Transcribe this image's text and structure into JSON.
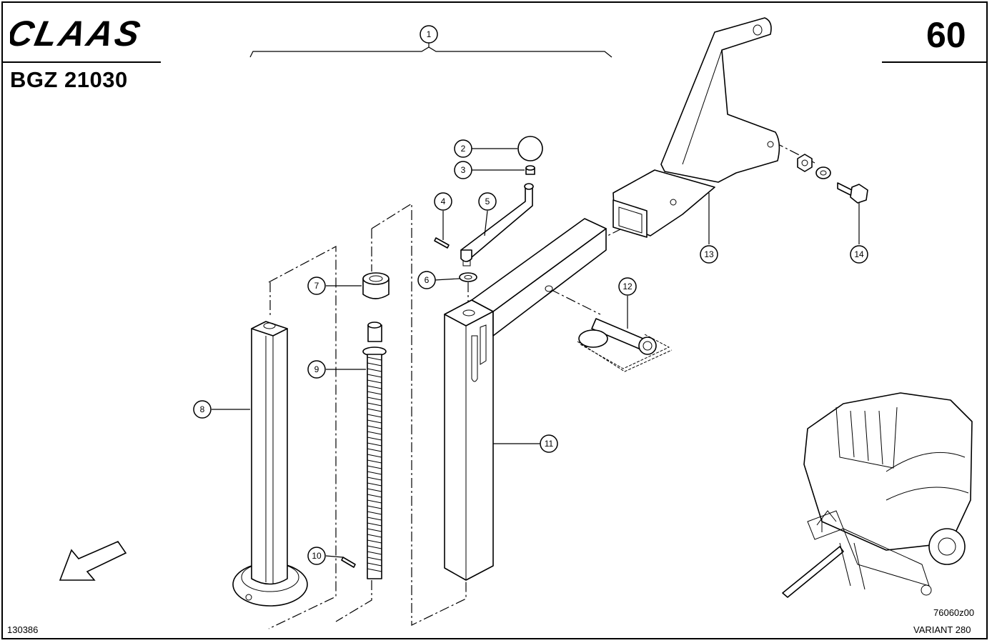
{
  "header": {
    "brand": "CLAAS",
    "document_code": "BGZ 21030",
    "page_number": "60"
  },
  "footer": {
    "left_code": "130386",
    "image_code": "76060z00",
    "model": "VARIANT 280"
  },
  "callouts": [
    {
      "id": "1",
      "label": "1"
    },
    {
      "id": "2",
      "label": "2"
    },
    {
      "id": "3",
      "label": "3"
    },
    {
      "id": "4",
      "label": "4"
    },
    {
      "id": "5",
      "label": "5"
    },
    {
      "id": "6",
      "label": "6"
    },
    {
      "id": "7",
      "label": "7"
    },
    {
      "id": "8",
      "label": "8"
    },
    {
      "id": "9",
      "label": "9"
    },
    {
      "id": "10",
      "label": "10"
    },
    {
      "id": "11",
      "label": "11"
    },
    {
      "id": "12",
      "label": "12"
    },
    {
      "id": "13",
      "label": "13"
    },
    {
      "id": "14",
      "label": "14"
    }
  ]
}
